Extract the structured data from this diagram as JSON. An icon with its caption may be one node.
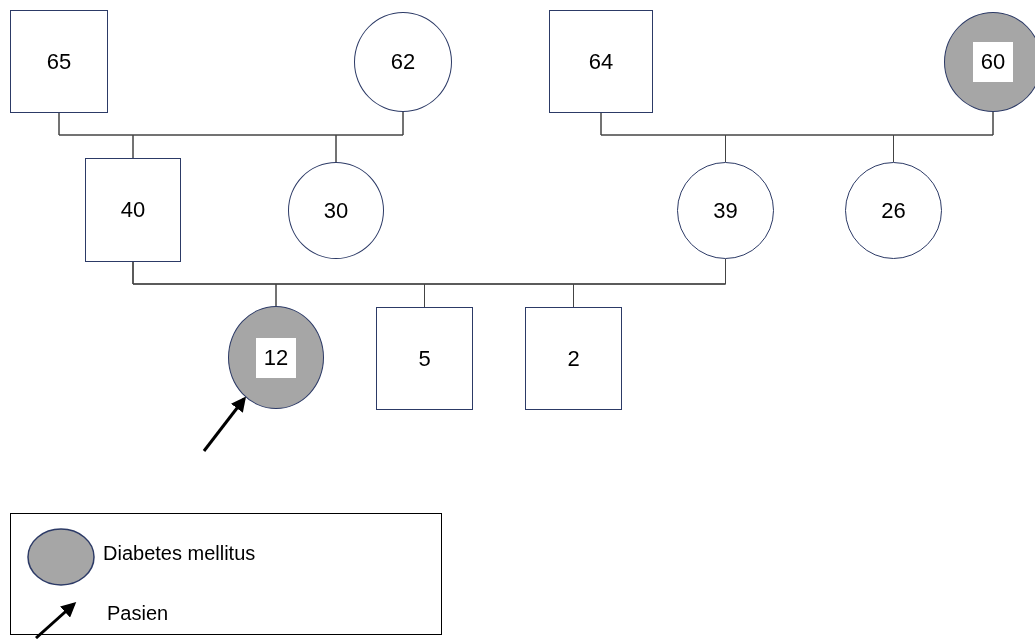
{
  "diagram": {
    "nodes": [
      {
        "text": [
          "65"
        ]
      },
      {
        "text": [
          "62"
        ]
      },
      {
        "text": [
          "64"
        ]
      },
      {
        "text": [
          "60"
        ]
      },
      {
        "text": [
          "40"
        ]
      },
      {
        "text": [
          "30"
        ]
      },
      {
        "text": [
          "39"
        ]
      },
      {
        "text": [
          "26"
        ]
      },
      {
        "text": [
          "12"
        ]
      },
      {
        "text": [
          "5"
        ]
      },
      {
        "text": [
          "2"
        ]
      }
    ],
    "edges": [
      {
        "from": 0,
        "to": 4,
        "arrow": "none"
      },
      {
        "from": 1,
        "to": 4,
        "arrow": "none"
      },
      {
        "from": 0,
        "to": 5,
        "arrow": "none"
      },
      {
        "from": 1,
        "to": 5,
        "arrow": "none"
      },
      {
        "from": 2,
        "to": 6,
        "arrow": "none"
      },
      {
        "from": 3,
        "to": 6,
        "arrow": "none"
      },
      {
        "from": 2,
        "to": 7,
        "arrow": "none"
      },
      {
        "from": 3,
        "to": 7,
        "arrow": "none"
      },
      {
        "from": 4,
        "to": 8,
        "arrow": "none"
      },
      {
        "from": 6,
        "to": 8,
        "arrow": "none"
      },
      {
        "from": 4,
        "to": 9,
        "arrow": "none"
      },
      {
        "from": 6,
        "to": 9,
        "arrow": "none"
      },
      {
        "from": 4,
        "to": 10,
        "arrow": "none"
      },
      {
        "from": 6,
        "to": 10,
        "arrow": "none"
      },
      {
        "from": null,
        "to": 8,
        "arrow": "to",
        "style": "thick"
      }
    ],
    "legend": [
      {
        "text": "Diabetes mellitus",
        "color": "#a6a6a6"
      },
      {
        "text": "Pasien"
      }
    ]
  }
}
